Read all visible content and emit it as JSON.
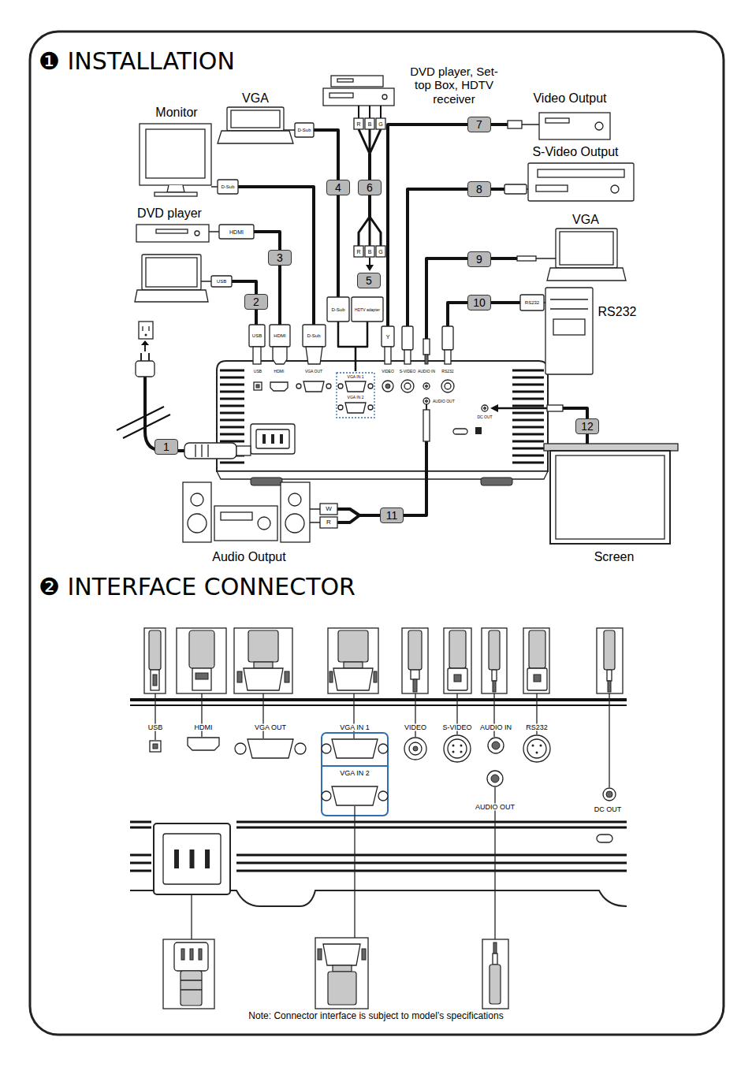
{
  "diagram": {
    "nodes": [
      {
        "text": [
          "1"
        ]
      },
      {
        "text": [
          "2"
        ]
      },
      {
        "text": [
          "3"
        ]
      },
      {
        "text": [
          "4"
        ]
      },
      {
        "text": [
          "5"
        ]
      },
      {
        "text": [
          "6"
        ]
      },
      {
        "text": [
          "7"
        ]
      },
      {
        "text": [
          "8"
        ]
      },
      {
        "text": [
          "9"
        ]
      },
      {
        "text": [
          "10"
        ]
      },
      {
        "text": [
          "11"
        ]
      },
      {
        "text": [
          "12"
        ]
      }
    ],
    "labels": [
      "❶ INSTALLATION",
      "DVD player, Set-top Box, HDTV receiver",
      "Monitor",
      "VGA",
      "Video Output",
      "S-Video Output",
      "DVD player",
      "VGA",
      "RS232",
      "Audio Output",
      "Screen",
      "D-Sub",
      "R",
      "B",
      "G",
      "D-Sub",
      "HDMI",
      "R",
      "B",
      "G",
      "USB",
      "D-Sub",
      "HDTV adapter",
      "RS232",
      "USB",
      "HDMI",
      "D-Sub",
      "Y",
      "W",
      "R",
      "USB",
      "HDMI",
      "VGA OUT",
      "VGA IN 1",
      "VGA IN 2",
      "VIDEO",
      "S-VIDEO",
      "AUDIO IN",
      "RS232",
      "AUDIO OUT",
      "DC OUT",
      "❷ INTERFACE CONNECTOR",
      "USB",
      "HDMI",
      "VGA OUT",
      "VGA IN 1",
      "VGA IN 2",
      "VIDEO",
      "S-VIDEO",
      "AUDIO IN",
      "RS232",
      "AUDIO OUT",
      "DC OUT",
      "Note: Connector interface is subject to model’s specifications"
    ]
  }
}
